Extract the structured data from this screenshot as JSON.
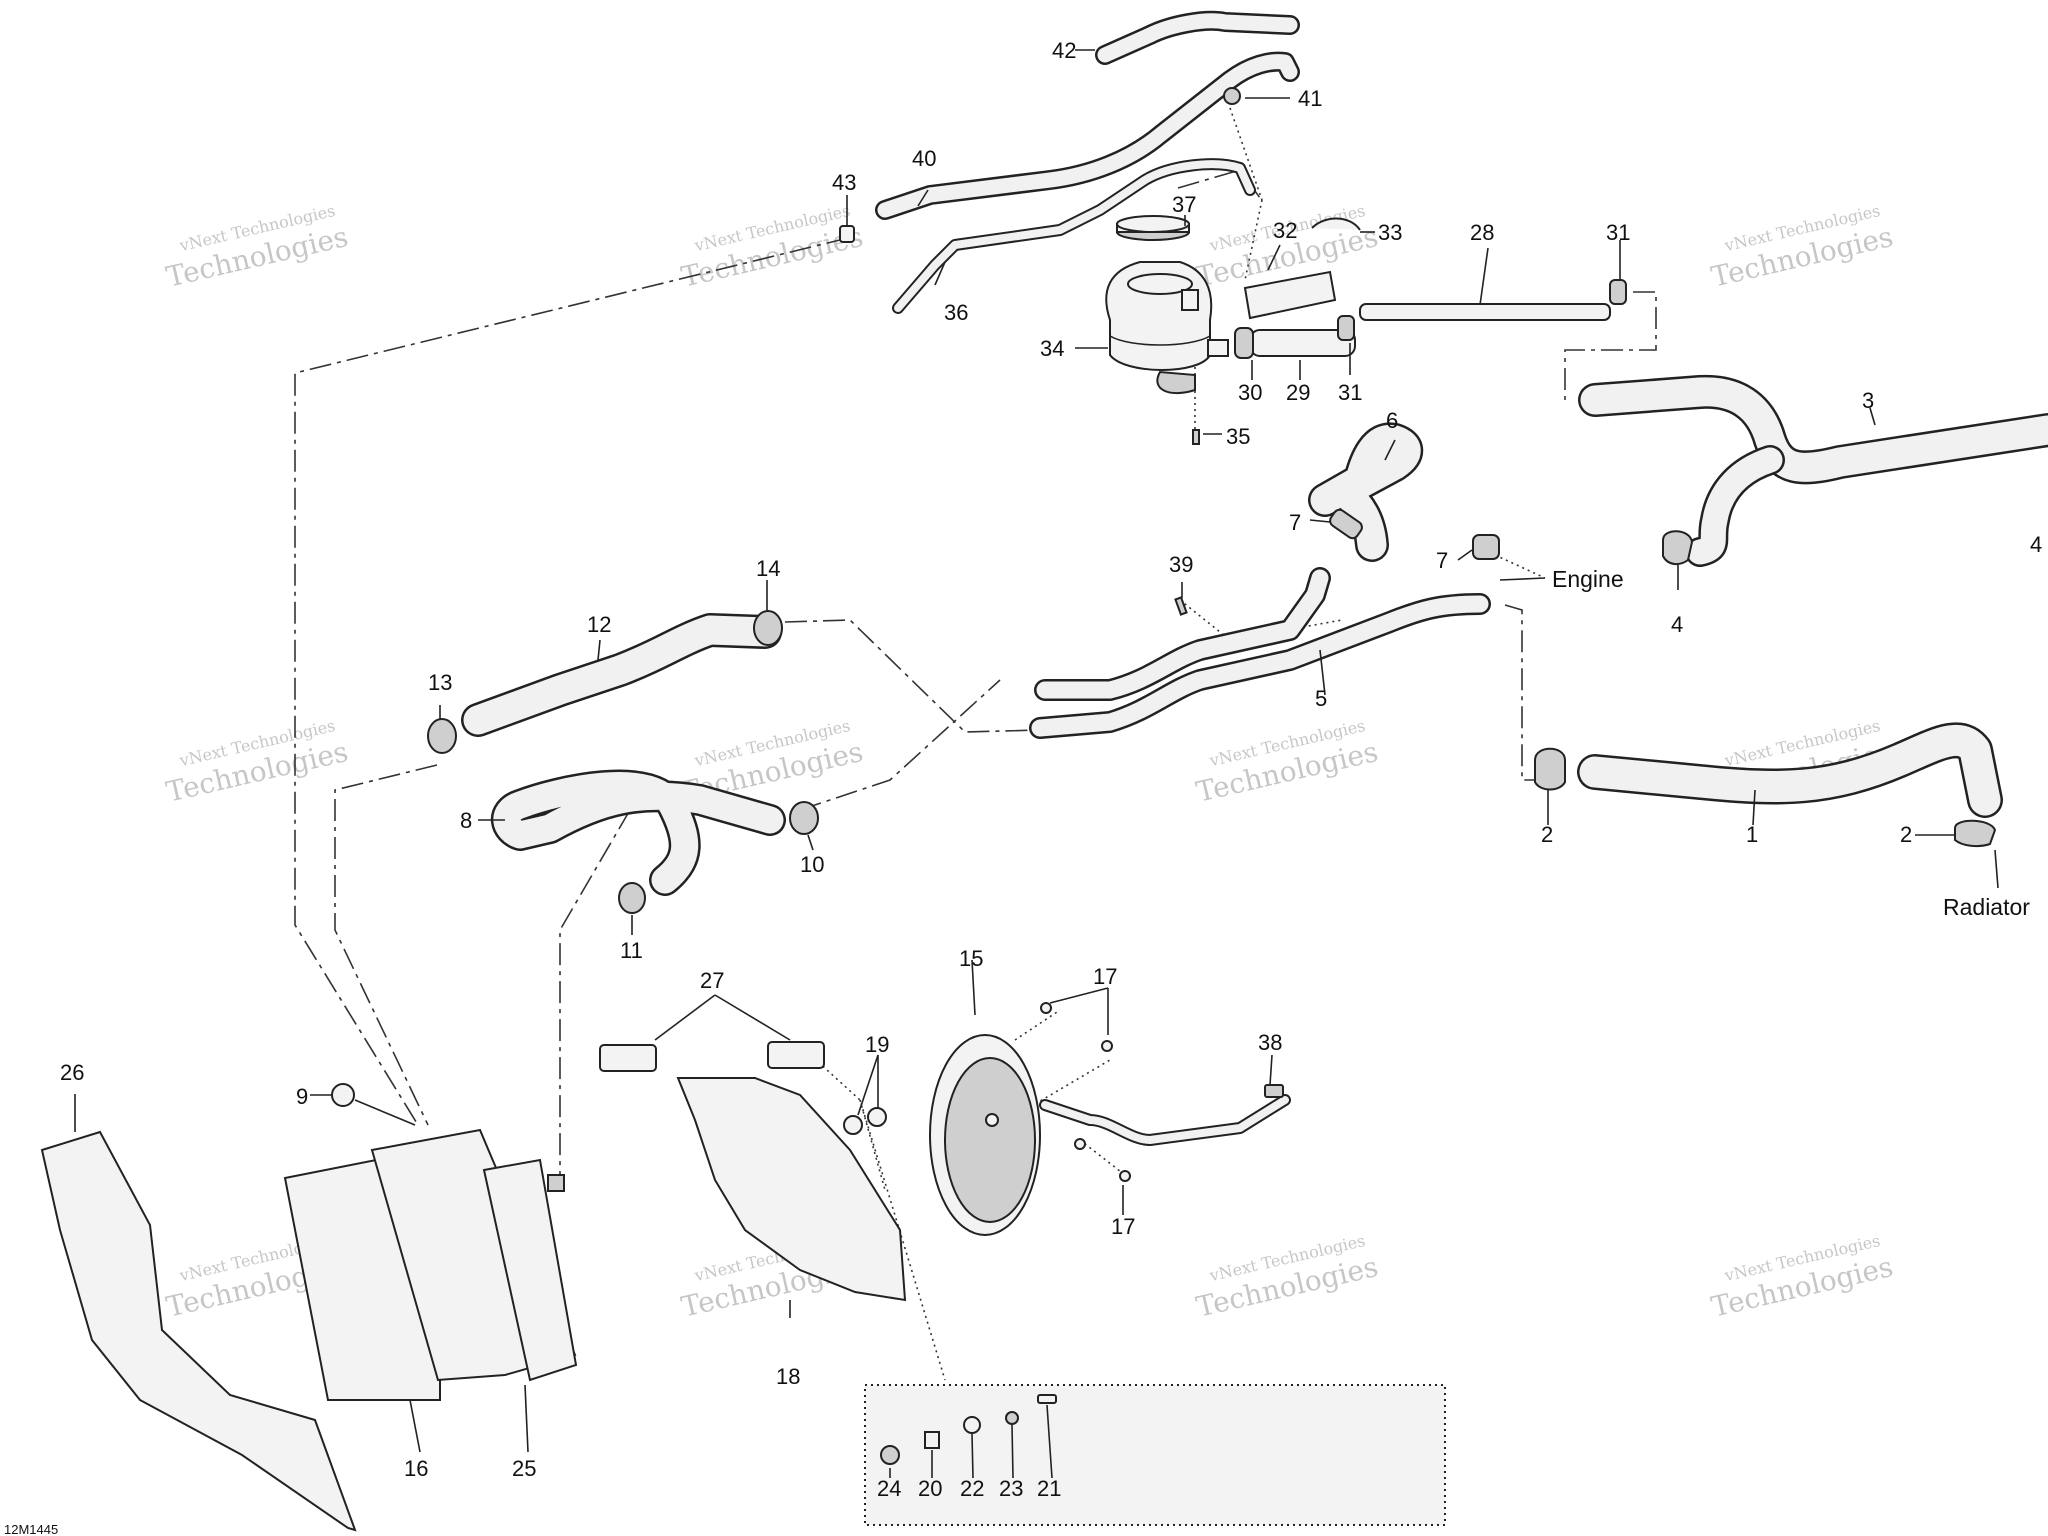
{
  "diagram": {
    "reference": "12M1445",
    "destinations": {
      "engine": "Engine",
      "radiator": "Radiator"
    },
    "watermark": {
      "line1": "vNext Technologies",
      "line2": "Technologies"
    },
    "callouts": [
      "1",
      "2",
      "2",
      "3",
      "4",
      "4",
      "5",
      "6",
      "7",
      "7",
      "8",
      "9",
      "10",
      "11",
      "12",
      "13",
      "14",
      "15",
      "16",
      "17",
      "17",
      "18",
      "19",
      "20",
      "21",
      "22",
      "23",
      "24",
      "25",
      "26",
      "27",
      "28",
      "29",
      "30",
      "31",
      "31",
      "32",
      "33",
      "34",
      "35",
      "36",
      "37",
      "38",
      "39",
      "40",
      "41",
      "42",
      "43"
    ]
  }
}
